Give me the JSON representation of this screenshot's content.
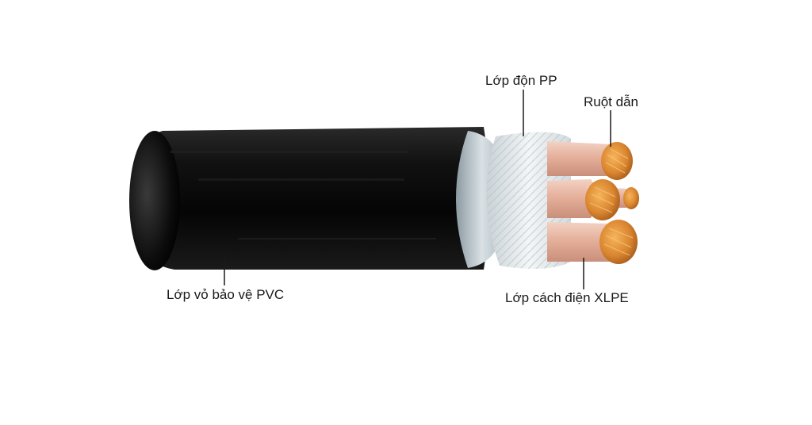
{
  "labels": {
    "pp_filler": "Lớp độn PP",
    "conductor": "Ruột dẫn",
    "pvc_sheath": "Lớp vỏ bảo vệ PVC",
    "xlpe_insulation": "Lớp cách điện XLPE"
  },
  "colors": {
    "sheath": "#0d0d0d",
    "filler": "#e6ebee",
    "insulation": "#e7b5a2",
    "copper": "#d9852f",
    "leader_line": "#1a1a1a"
  }
}
